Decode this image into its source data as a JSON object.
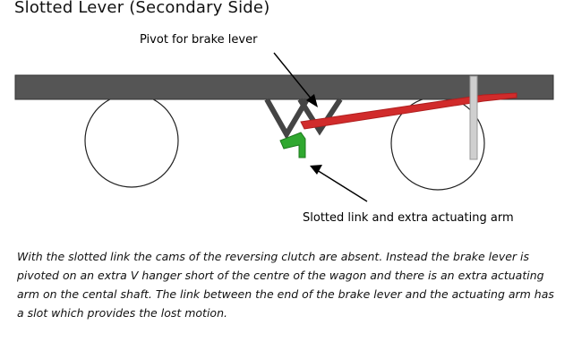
{
  "title": "Slotted Lever (Secondary Side)",
  "labels": {
    "pivot": "Pivot for brake lever",
    "slotted_link": "Slotted link and extra actuating arm"
  },
  "caption": "With the slotted link the cams of the reversing clutch are absent. Instead the brake lever is pivoted on an extra V hanger short of the centre of the wagon and there is an extra actuating arm on the cental shaft. The link between the end of the brake lever and the actuating arm has a slot which provides the lost motion.",
  "colors": {
    "frame": "#555555",
    "hanger": "#444444",
    "brake_lever": "#d12b2b",
    "slotted_link": "#2fa82f",
    "shaft": "#c8c8c8",
    "wheel_outline": "#222222"
  }
}
